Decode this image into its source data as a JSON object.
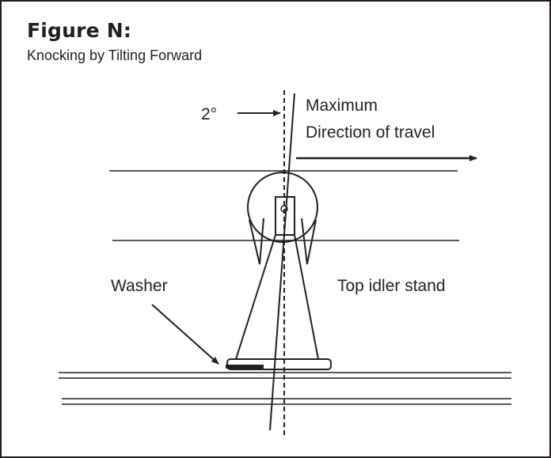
{
  "figure": {
    "title": "Figure N:",
    "subtitle": "Knocking by Tilting Forward"
  },
  "diagram": {
    "angle_label": "2°",
    "maximum_label": "Maximum",
    "direction_label": "Direction of travel",
    "stand_label": "Top idler stand",
    "washer_label": "Washer"
  },
  "colors": {
    "ink": "#231f20",
    "background": "#ffffff"
  }
}
